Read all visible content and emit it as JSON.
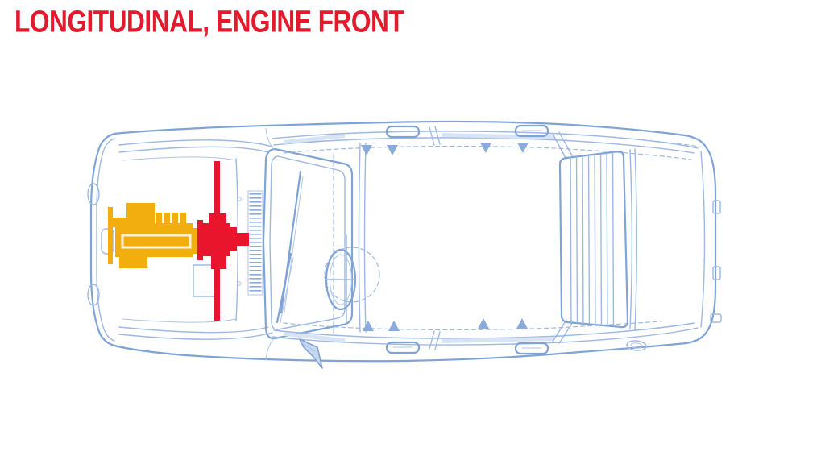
{
  "header": {
    "title": "LONGITUDINAL, ENGINE FRONT"
  },
  "colors": {
    "title_red": "#e21a2c",
    "engine_yellow": "#f2ad0f",
    "engine_stripe": "#fdf3d2",
    "drivetrain_red": "#e8152d",
    "blueprint_line": "#9db8e2",
    "blueprint_line_strong": "#7fa3d6",
    "blueprint_fill": "#d8e4f5",
    "background": "#ffffff"
  },
  "diagram": {
    "type": "vehicle-top-view-blueprint",
    "view": "top",
    "vehicle": "sedan",
    "drivetrain_layout": "longitudinal",
    "engine_position": "front",
    "parts": [
      {
        "name": "engine-block",
        "color_key": "engine_yellow"
      },
      {
        "name": "transmission",
        "color_key": "drivetrain_red"
      },
      {
        "name": "front-axle-shaft",
        "color_key": "drivetrain_red"
      }
    ]
  }
}
